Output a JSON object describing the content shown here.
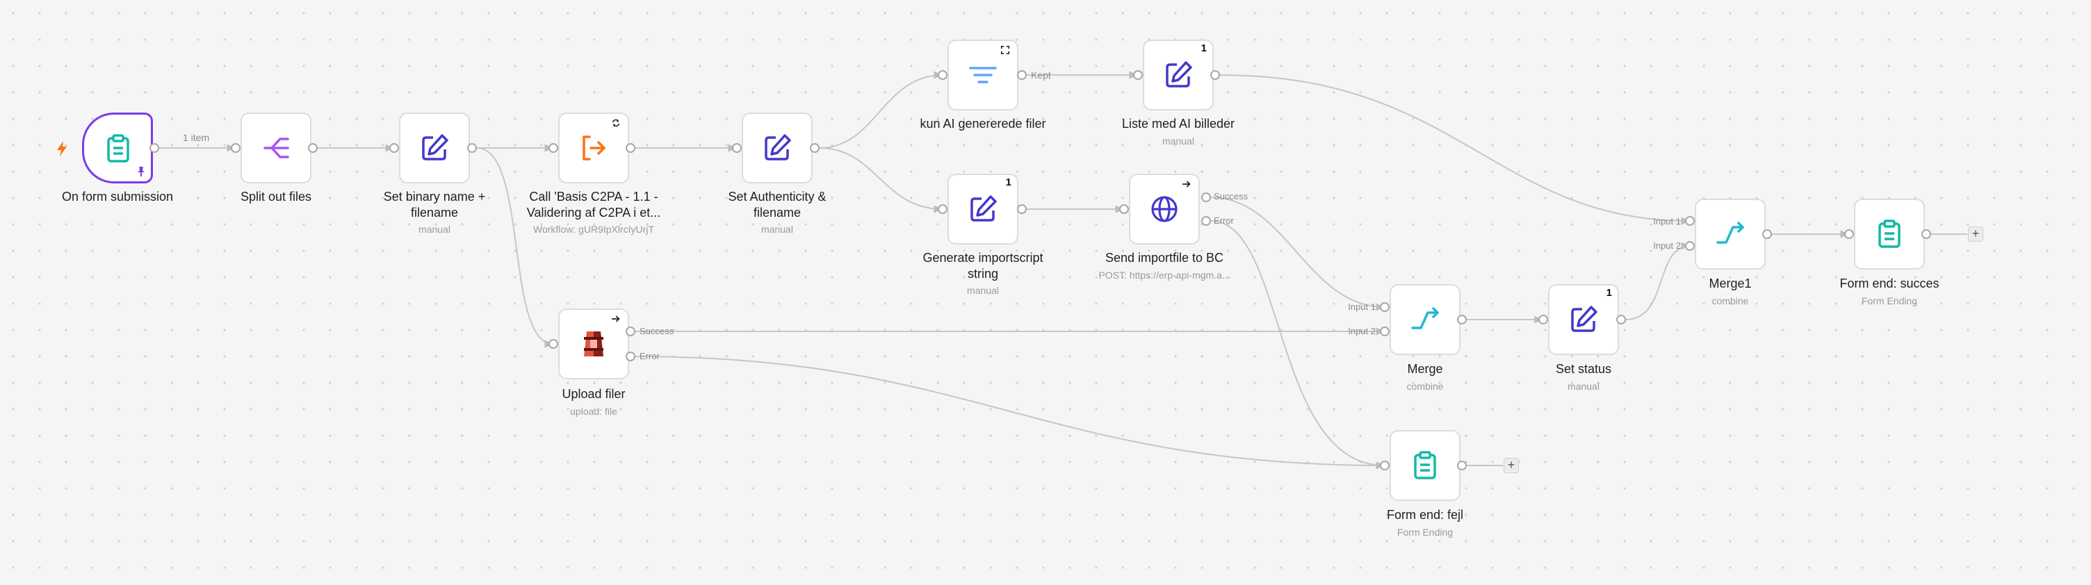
{
  "canvas": {
    "nodes": {
      "form_trigger": {
        "title": "On form submission",
        "icon": "clipboard-icon"
      },
      "split_out": {
        "title": "Split out files",
        "icon": "split-icon"
      },
      "set_binary": {
        "title": "Set binary name +\nfilename",
        "subtitle": "manual",
        "icon": "pencil-icon"
      },
      "call_workflow": {
        "title": "Call 'Basis C2PA - 1.1 -\nValidering af C2PA i et...",
        "subtitle": "Workflow: gUR9IpXlrcIyUrjT",
        "icon": "execute-workflow-icon"
      },
      "set_authenticity": {
        "title": "Set Authenticity &\nfilename",
        "subtitle": "manual",
        "icon": "pencil-icon"
      },
      "filter_ai": {
        "title": "kun AI genererede filer",
        "icon": "filter-icon"
      },
      "list_ai": {
        "title": "Liste med AI billeder",
        "subtitle": "manual",
        "badge": "1",
        "icon": "pencil-icon"
      },
      "generate_import": {
        "title": "Generate importscript\nstring",
        "subtitle": "manual",
        "badge": "1",
        "icon": "pencil-icon"
      },
      "send_import": {
        "title": "Send importfile to BC",
        "subtitle": "POST: https://erp-api-mgm.a...",
        "icon": "globe-icon"
      },
      "upload_filer": {
        "title": "Upload filer",
        "subtitle": "upload: file",
        "icon": "aws-s3-icon"
      },
      "merge": {
        "title": "Merge",
        "subtitle": "combine",
        "icon": "merge-icon"
      },
      "set_status": {
        "title": "Set status",
        "subtitle": "manual",
        "badge": "1",
        "icon": "pencil-icon"
      },
      "merge1": {
        "title": "Merge1",
        "subtitle": "combine",
        "icon": "merge-icon"
      },
      "form_end_succes": {
        "title": "Form end: succes",
        "subtitle": "Form Ending",
        "icon": "clipboard-icon"
      },
      "form_end_fejl": {
        "title": "Form end: fejl",
        "subtitle": "Form Ending",
        "icon": "clipboard-icon"
      }
    },
    "edge_labels": {
      "trigger_to_split": "1 item",
      "filter_kept": "Kept"
    },
    "port_labels": {
      "success": "Success",
      "error": "Error",
      "input1": "Input 1",
      "input2": "Input 2"
    },
    "add_button_label": "+"
  },
  "colors": {
    "trigger_border": "#7c3aed",
    "form_teal": "#14b8a6",
    "edit_blue": "#4338ca",
    "split_purple": "#a855f7",
    "workflow_orange": "#f97316",
    "filter_blue": "#60a5fa",
    "merge_teal": "#22b8cf",
    "s3_red": "#c7362b",
    "bolt_orange": "#f97316",
    "edge_gray": "#c6c6c6"
  }
}
